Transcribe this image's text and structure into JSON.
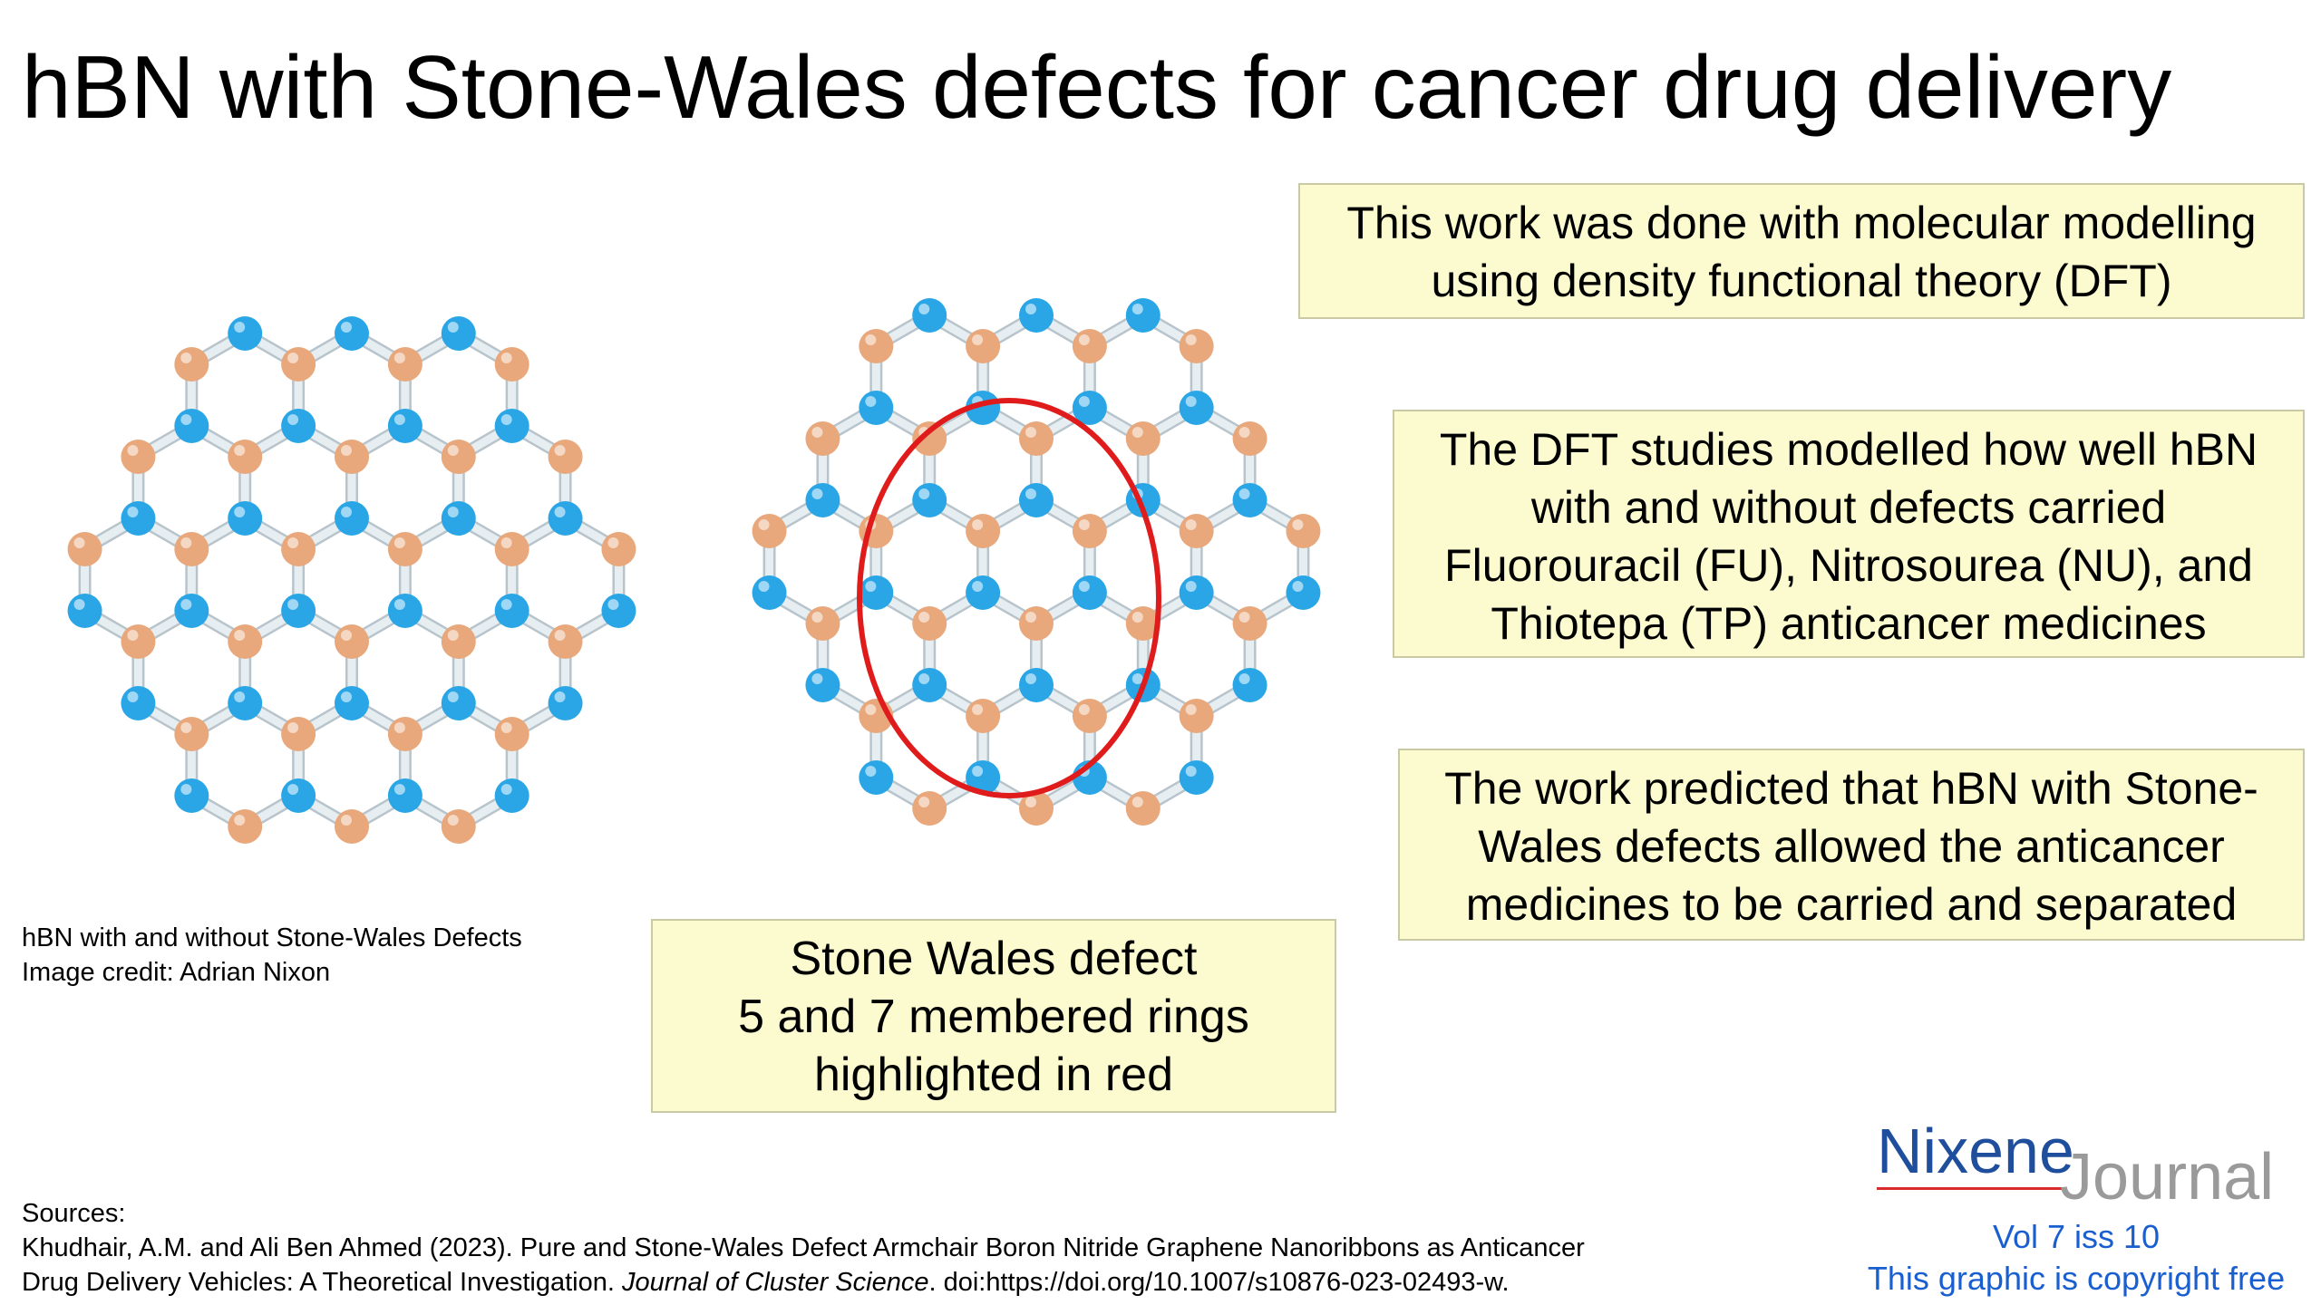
{
  "title": "hBN with Stone-Wales defects for cancer drug delivery",
  "boxes": {
    "dft": {
      "lines": [
        "This work was done with molecular modelling",
        "using density functional theory (DFT)"
      ]
    },
    "study": {
      "lines": [
        "The DFT studies modelled how well hBN",
        "with and without defects carried",
        "Fluorouracil (FU), Nitrosourea (NU), and",
        "Thiotepa (TP) anticancer medicines"
      ]
    },
    "prediction": {
      "lines": [
        "The work predicted that hBN with Stone-",
        "Wales defects allowed the anticancer",
        "medicines to be carried and separated"
      ]
    },
    "stone_wales": {
      "lines": [
        "Stone Wales defect",
        "5 and 7 membered rings",
        "highlighted in red"
      ]
    }
  },
  "caption": {
    "lines": [
      "hBN with and without Stone-Wales Defects",
      "Image credit: Adrian Nixon"
    ]
  },
  "sources": {
    "heading": "Sources:",
    "line1": " Khudhair, A.M. and Ali Ben Ahmed (2023). Pure and Stone-Wales Defect Armchair Boron Nitride Graphene Nanoribbons as Anticancer",
    "line2_pre": "Drug Delivery Vehicles: A Theoretical Investigation. ",
    "line2_journal": "Journal of Cluster Science",
    "line2_post": ". doi:https://doi.org/10.1007/s10876-023-02493-w."
  },
  "logo": {
    "brand": "Nixene",
    "suffix": "Journal"
  },
  "issue": "Vol 7 iss 10",
  "copyright": "This graphic is copyright free",
  "colors": {
    "nitrogen": "#2aa6e6",
    "boron": "#e8a87c",
    "bond": "#e6eef2",
    "highlight": "#e01b1b",
    "box_bg": "#fbfbcf",
    "brand_blue": "#1f4e9c",
    "link_blue": "#1a5fd0"
  }
}
